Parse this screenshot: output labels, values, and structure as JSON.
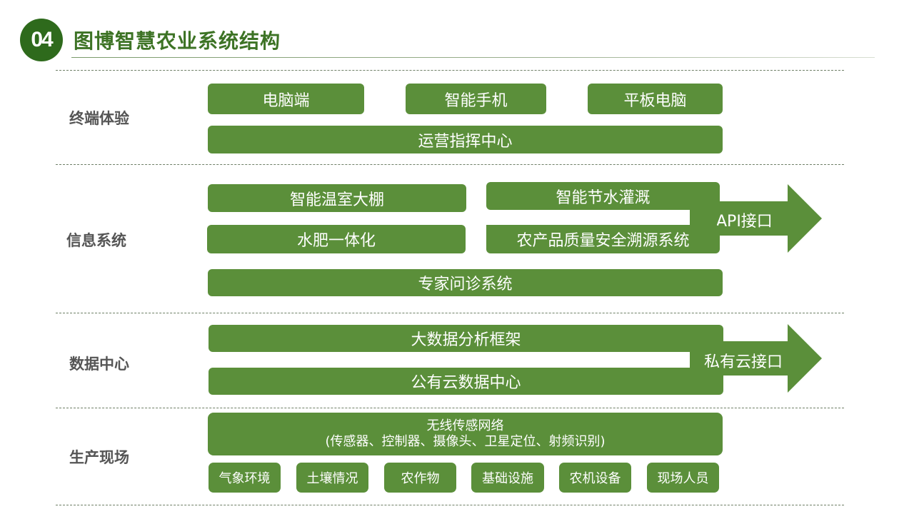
{
  "header": {
    "badge": "04",
    "title": "图博智慧农业系统结构"
  },
  "colors": {
    "badge": "#2e6a1c",
    "title": "#3d7325",
    "box": "#5b8f3a",
    "label": "#555555"
  },
  "sections": {
    "terminal": {
      "label": "终端体验",
      "items": [
        "电脑端",
        "智能手机",
        "平板电脑"
      ],
      "wide": "运营指挥中心"
    },
    "info": {
      "label": "信息系统",
      "items": [
        "智能温室大棚",
        "智能节水灌溉",
        "水肥一体化",
        "农产品质量安全溯源系统"
      ],
      "wide": "专家问诊系统",
      "arrow": "API接口"
    },
    "data": {
      "label": "数据中心",
      "items": [
        "大数据分析框架",
        "公有云数据中心"
      ],
      "arrow": "私有云接口"
    },
    "field": {
      "label": "生产现场",
      "network_title": "无线传感网络",
      "network_sub": "(传感器、控制器、摄像头、卫星定位、射频识别)",
      "items": [
        "气象环境",
        "土壤情况",
        "农作物",
        "基础设施",
        "农机设备",
        "现场人员"
      ]
    }
  }
}
